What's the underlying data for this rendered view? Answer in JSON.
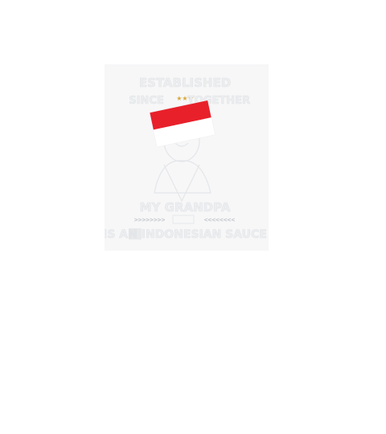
{
  "design": {
    "line1": "ESTABLISHED",
    "line2_left": "SINCE",
    "stars": "★★★",
    "line2_right": "TOGETHER",
    "line3": "MY GRANDPA",
    "arrows_left": ">>>>>>>>",
    "arrows_right": "<<<<<<<<",
    "line4": "IS AN INDONESIAN SAUCE",
    "flag_colors": {
      "red": "#e8202a",
      "white": "#ffffff"
    },
    "figure_icon": "old-man-silhouette-icon"
  }
}
